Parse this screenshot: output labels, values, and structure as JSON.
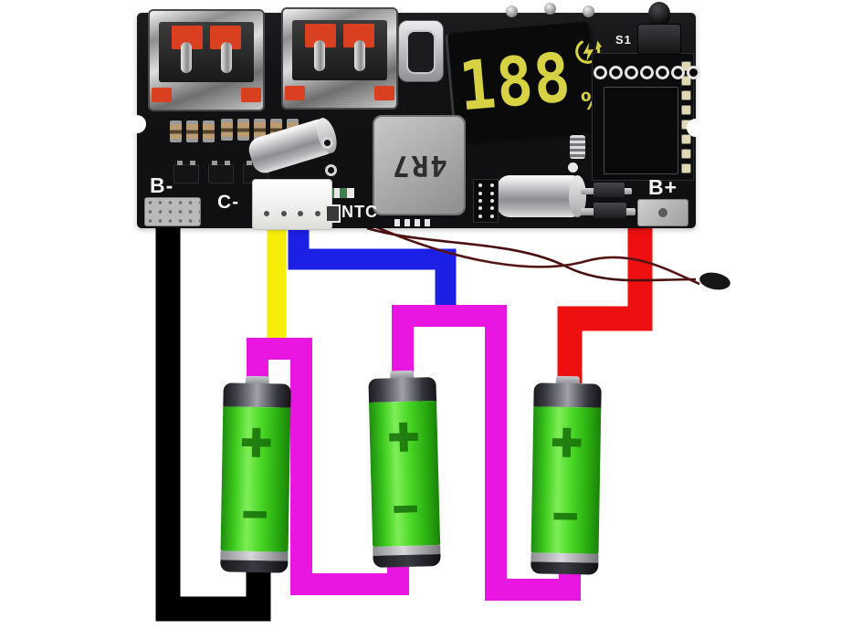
{
  "board": {
    "labels": {
      "b_minus": "B-",
      "c_minus": "C-",
      "ntc": "NTC",
      "b_plus": "B+",
      "switch_label": "S1"
    },
    "inductor_marking": "4R7",
    "display": {
      "value": "188",
      "percent": "%",
      "icon": "fast-charge-bolt-circle-icon"
    }
  },
  "batteries": [
    {
      "plus": "+",
      "minus": "−"
    },
    {
      "plus": "+",
      "minus": "−"
    },
    {
      "plus": "+",
      "minus": "−"
    }
  ],
  "wires": [
    {
      "name": "b-minus-wire",
      "color": "#000000"
    },
    {
      "name": "balance-1-wire",
      "color": "#f6ee06"
    },
    {
      "name": "balance-2-wire",
      "color": "#1c20e4"
    },
    {
      "name": "series-link-1-wire",
      "color": "#e816e0"
    },
    {
      "name": "series-link-2-wire",
      "color": "#e816e0"
    },
    {
      "name": "b-plus-wire",
      "color": "#ee1010"
    },
    {
      "name": "ntc-thermistor-wire",
      "color": "#4a1010"
    }
  ],
  "colors": {
    "pcb": "#141414",
    "display_segments": "#d6d243",
    "usb_tongue": "#d8401f",
    "battery_green": "#3ecb1e"
  }
}
